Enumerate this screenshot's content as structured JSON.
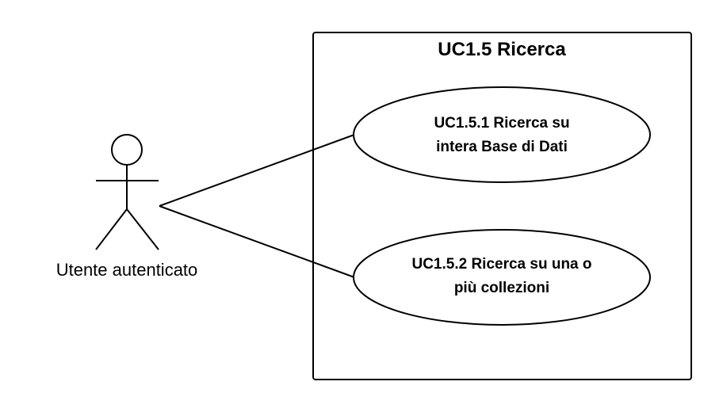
{
  "system": {
    "title": "UC1.5 Ricerca"
  },
  "actor": {
    "label": "Utente autenticato"
  },
  "use_cases": [
    {
      "line1": "UC1.5.1 Ricerca su",
      "line2": "intera Base di Dati"
    },
    {
      "line1": "UC1.5.2 Ricerca su una o",
      "line2": "più collezioni"
    }
  ],
  "colors": {
    "stroke": "#000000",
    "background": "#ffffff"
  }
}
